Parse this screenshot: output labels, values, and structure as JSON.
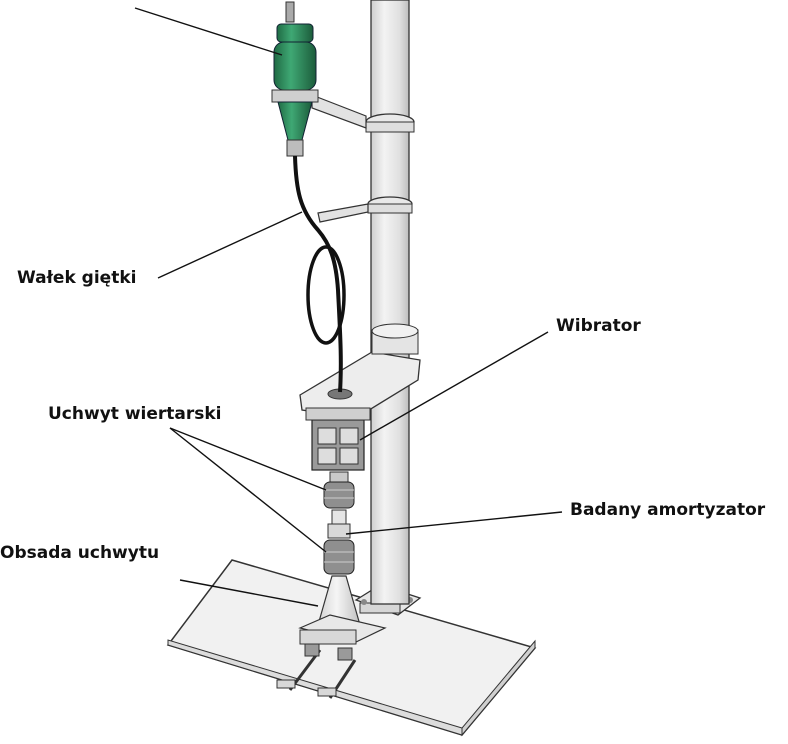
{
  "labels": {
    "flex_shaft": "Wałek giętki",
    "vibrator": "Wibrator",
    "drill_chuck": "Uchwyt wiertarski",
    "tested_damper": "Badany amortyzator",
    "chuck_holder": "Obsada uchwytu"
  },
  "colors": {
    "leader": "#111111",
    "motor": "#2f8a5c",
    "pole": "#e4e4e4",
    "base": "#ececec"
  }
}
